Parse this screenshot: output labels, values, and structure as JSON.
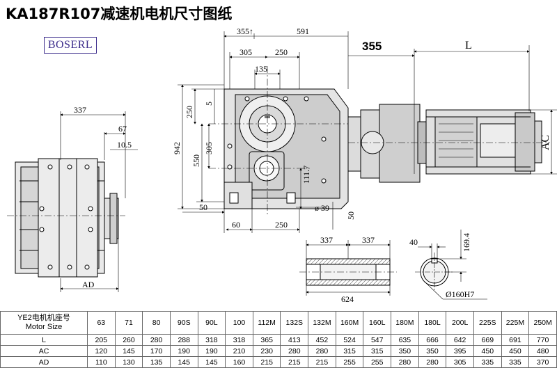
{
  "title": "KA187R107减速机电机尺寸图纸",
  "brand": "BOSERL",
  "dims": {
    "d355_top": "355↑",
    "d591": "591",
    "d305": "305",
    "d250_top": "250",
    "d135": "135",
    "d355_big": "355",
    "dL": "L",
    "dAC": "AC",
    "d337_left": "337",
    "d67": "67",
    "d10_5": "10.5",
    "d250_left": "250",
    "d5": "5",
    "d942": "942",
    "d305_v": "305",
    "d550": "550",
    "d111_7": "111.7",
    "d50_h": "50",
    "d39": "ø 39",
    "d60": "60",
    "d250_bot": "250",
    "d50_v": "50",
    "dAD": "AD",
    "d337_a": "337",
    "d337_b": "337",
    "d624": "624",
    "d40": "40",
    "d169_4": "169.4",
    "d160": "Ø160H7"
  },
  "table": {
    "header_label_cn": "YE2电机机座号",
    "header_label_en": "Motor Size",
    "sizes": [
      "63",
      "71",
      "80",
      "90S",
      "90L",
      "100",
      "112M",
      "132S",
      "132M",
      "160M",
      "160L",
      "180M",
      "180L",
      "200L",
      "225S",
      "225M",
      "250M"
    ],
    "rows": [
      {
        "label": "L",
        "values": [
          "205",
          "260",
          "280",
          "288",
          "318",
          "318",
          "365",
          "413",
          "452",
          "524",
          "547",
          "635",
          "666",
          "642",
          "669",
          "691",
          "770"
        ]
      },
      {
        "label": "AC",
        "values": [
          "120",
          "145",
          "170",
          "190",
          "190",
          "210",
          "230",
          "280",
          "280",
          "315",
          "315",
          "350",
          "350",
          "395",
          "450",
          "450",
          "480"
        ]
      },
      {
        "label": "AD",
        "values": [
          "110",
          "130",
          "135",
          "145",
          "145",
          "160",
          "215",
          "215",
          "215",
          "255",
          "255",
          "280",
          "280",
          "305",
          "335",
          "335",
          "370"
        ]
      }
    ]
  }
}
